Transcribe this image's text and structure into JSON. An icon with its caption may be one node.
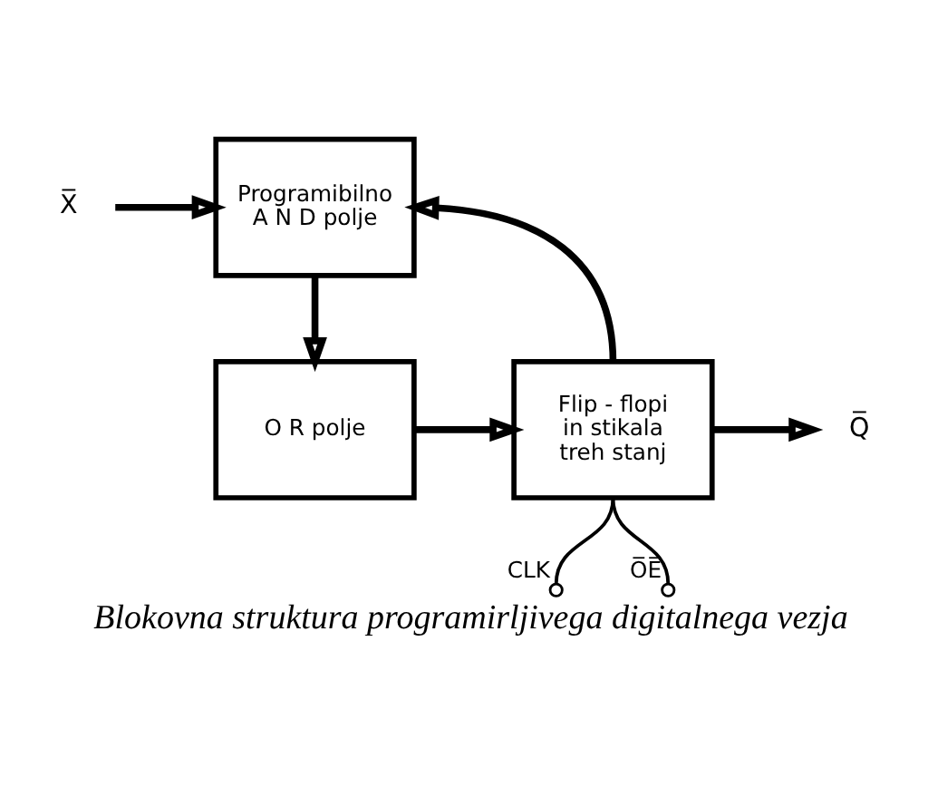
{
  "diagram": {
    "caption": "Blokovna struktura programirljivega digitalnega vezja",
    "nodes": [
      {
        "text": [
          "X̅"
        ]
      },
      {
        "text": [
          "Programibilno A N D polje"
        ]
      },
      {
        "text": [
          "O R polje"
        ]
      },
      {
        "text": [
          "Flip - flopi in stikala treh stanj"
        ]
      },
      {
        "text": [
          "Q̅"
        ]
      },
      {
        "text": [],
        "shape": "circle",
        "beside": [
          "CLK"
        ]
      },
      {
        "text": [],
        "shape": "circle",
        "beside": [
          "O̅E̅"
        ]
      }
    ],
    "edges": [
      {
        "from": 0,
        "to": 1,
        "arrow": "to"
      },
      {
        "from": 1,
        "to": 2,
        "arrow": "to"
      },
      {
        "from": 2,
        "to": 3,
        "arrow": "to"
      },
      {
        "from": 3,
        "to": 1,
        "arrow": "to"
      },
      {
        "from": 3,
        "to": 4,
        "arrow": "to"
      },
      {
        "from": 3,
        "to": 5,
        "arrow": "none"
      },
      {
        "from": 3,
        "to": 6,
        "arrow": "none"
      }
    ]
  }
}
